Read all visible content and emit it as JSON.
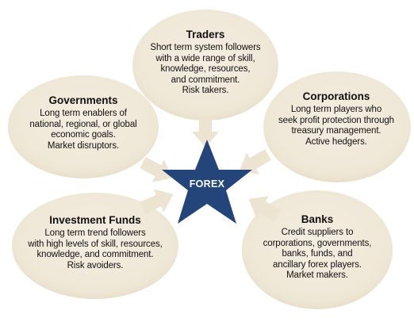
{
  "colors": {
    "bubble": "#f1eadb",
    "bubble_edge": "#e6dcc6",
    "arrow": "#ece4d1",
    "star": "#24457a",
    "center_text": "#ffffff",
    "text": "#111111"
  },
  "center": {
    "label": "FOREX"
  },
  "nodes": {
    "traders": {
      "title": "Traders",
      "lines": [
        "Short term system followers",
        "with a wide range of skill,",
        "knowledge, resources,",
        "and commitment.",
        "Risk takers."
      ]
    },
    "governments": {
      "title": "Governments",
      "lines": [
        "Long term enablers of",
        "national, regional, or global",
        "economic goals.",
        "Market disruptors."
      ]
    },
    "corporations": {
      "title": "Corporations",
      "lines": [
        "Long term players who",
        "seek profit protection through",
        "treasury management.",
        "Active hedgers."
      ]
    },
    "investment_funds": {
      "title": "Investment Funds",
      "lines": [
        "Long term trend followers",
        "with high levels of skill, resources,",
        "knowledge, and commitment.",
        "Risk avoiders."
      ]
    },
    "banks": {
      "title": "Banks",
      "lines": [
        "Credit suppliers to",
        "corporations, governments,",
        "banks, funds, and",
        "ancillary forex players.",
        "Market makers."
      ]
    }
  }
}
